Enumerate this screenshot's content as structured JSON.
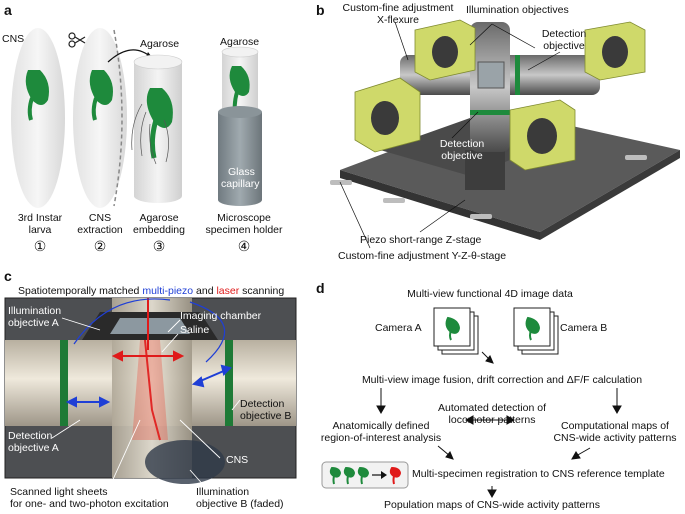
{
  "panels": {
    "a": {
      "letter": "a",
      "cns": "CNS",
      "agarose1": "Agarose",
      "agarose2": "Agarose",
      "glass": "Glass",
      "capillary": "capillary",
      "steps": [
        {
          "line1": "3rd Instar",
          "line2": "larva",
          "num": "①"
        },
        {
          "line1": "CNS",
          "line2": "extraction",
          "num": "②"
        },
        {
          "line1": "Agarose",
          "line2": "embedding",
          "num": "③"
        },
        {
          "line1": "Microscope",
          "line2": "specimen holder",
          "num": "④"
        }
      ]
    },
    "b": {
      "letter": "b",
      "custom_fine_x_1": "Custom-fine adjustment",
      "custom_fine_x_2": "X-flexure",
      "illum_obj": "Illumination objectives",
      "detect_obj_1": "Detection",
      "detect_obj_2": "objective",
      "detect_obj2_1": "Detection",
      "detect_obj2_2": "objective",
      "piezo": "Piezo short-range Z-stage",
      "custom_yz": "Custom-fine adjustment Y-Z-θ-stage"
    },
    "c": {
      "letter": "c",
      "title_pre": "Spatiotemporally matched ",
      "title_blue": "multi-piezo",
      "title_mid": " and ",
      "title_red": "laser",
      "title_post": " scanning",
      "imaging_chamber": "Imaging chamber",
      "saline": "Saline",
      "illum_a_1": "Illumination",
      "illum_a_2": "objective A",
      "detect_b_1": "Detection",
      "detect_b_2": "objective B",
      "detect_a_1": "Detection",
      "detect_a_2": "objective A",
      "cns": "CNS",
      "sheets_1": "Scanned light sheets",
      "sheets_2": "for one- and two-photon excitation",
      "illum_b_1": "Illumination",
      "illum_b_2": "objective B (faded)"
    },
    "d": {
      "letter": "d",
      "top": "Multi-view functional 4D image data",
      "cam_a": "Camera A",
      "cam_b": "Camera B",
      "fusion": "Multi-view image fusion, drift correction and ΔF/F calculation",
      "roi_1": "Anatomically defined",
      "roi_2": "region-of-interest analysis",
      "auto_1": "Automated detection of",
      "auto_2": "locomotor patterns",
      "comp_1": "Computational maps of",
      "comp_2": "CNS-wide activity patterns",
      "registration": "Multi-specimen registration to CNS reference template",
      "population": "Population maps of CNS-wide activity patterns"
    }
  },
  "colors": {
    "green": "#1e8a3c",
    "blue": "#1f3fd6",
    "red": "#e01a1a",
    "yellowgreen": "#cfd96a"
  }
}
